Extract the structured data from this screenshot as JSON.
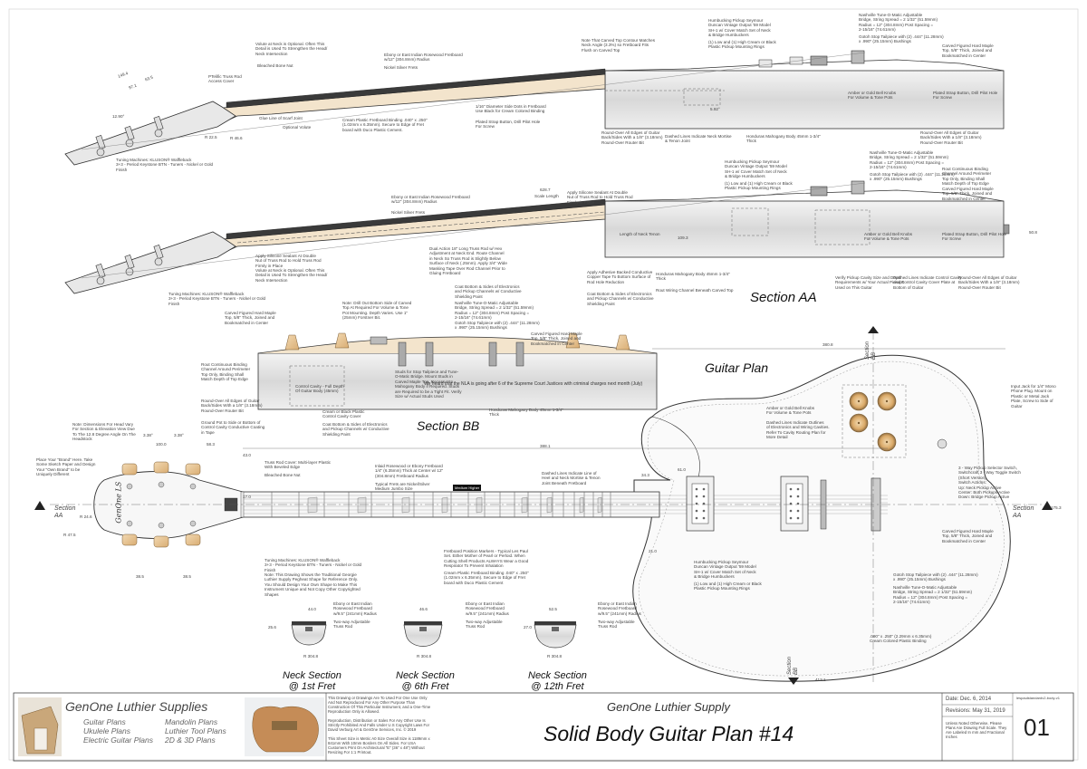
{
  "sheet": {
    "section_aa_label": "Section AA",
    "section_bb_label": "Section BB",
    "guitar_plan_label": "Guitar Plan",
    "neck_section_1": "Neck Section\n@ 1st Fret",
    "neck_section_6": "Neck Section\n@ 6th Fret",
    "neck_section_12": "Neck Section\n@ 12th Fret",
    "section_marker_aa": "Section\nAA",
    "section_marker_bb": "Section\nBB",
    "headstock_logo": "GenOne LS",
    "fret_note_label": "Medium Higher"
  },
  "notes": {
    "truss_rod_note": "PTelific Truss Rod\nAccess Cover",
    "volute_note": "Volute at Neck is Optional. Often This\nDetail is Used To Strengthen the Head/\nNeck Intersection",
    "bleached_bone_nut": "Bleached Bone Nut",
    "ebony_fretboard": "Ebony or East Indian Rosewood Fretboard\nw/12\" (304.8mm) Radius",
    "nickel_silver_frets": "Nickel Silver Frets",
    "carved_top_note": "Note That Carved Top Contour Matches\nNeck Angle (3.3%) so Fretboard Fits\nFlush on Carved Top",
    "humbucker_note": "Humbucking Pickup Seymour\nDuncan Vintage Output '59 Model\nSH-1 w/ Cover Match Set of Neck\n& Bridge Humbuckers",
    "pickup_rings": "(1) Low and (1) High Cream or Black\nPlastic Pickup Mounting Rings",
    "bridge_note": "Nashville Tune-O-Matic Adjustable\nBridge, String Spread = 2 1/32\" (51.59mm)\nRadius = 12\" (304.8mm) Post Spacing =\n2-15/16\" (74.61mm)",
    "tailpiece_note": "Gotoh Stop Tailpiece with (2) .444\" (11.28mm)\nx .990\" (25.15mm) Bushings",
    "carved_maple_top": "Carved Figured Hard Maple\nTop, 5/8\" Thick, Joined and\nBookmatched in Center",
    "glue_line": "Glue Line of Scarf Joint",
    "optional_volute": "Optional Volute",
    "binding_note": "Cream Plastic Fretboard Binding .040\" x .250\"\n(1.02mm x 6.35mm). Secure to Edge of Fret\nboard with Duco Plastic Cement.",
    "side_dots": "1/16\" Diameter Side Dots in Fretboard\nUse Black for Cream Colored Binding",
    "strap_button_neck": "Plated Strap Button, Drill Pilot Hole\nFor Screw",
    "knobs_note": "Amber or Gold Bell Knobs\nFor Volume & Tone Pots",
    "strap_button_body": "Plated Strap Button, Drill Pilot Hole\nFor Screw",
    "round_over": "Round-Over All Edges of Guitar\nBack/Sides With a 1/8\" (3.18mm)\nRound-Over Router Bit",
    "dashed_mortise": "Dashed Lines Indicate Neck Mortise\n& Tenon Joint",
    "mahogany_body": "Honduras Mahogany Body 45mm 1-3/4\"\nThick",
    "tuners": "Tuning Machines: KLUSON® Waffleback\n3+3 - Period Keystone BTN - Tuners - Nickel or Gold\nFinish",
    "silicone_note": "Apply Silicone Sealant At Double\nNut of Truss Rod to Hold Truss Rod\nFirmly in Place",
    "dual_action": "Dual Action 18\" Long Truss Rod w/ Hex\nAdjustment at Neck End. Route Channel\nin Neck So Truss Rod is Slightly Below\nSurface of Neck (.25mm). Apply 3/4\" Wide\nMasking Tape Over Rod Channel Prior to\nGluing Fretboard",
    "length_neck_tenon": "Length of Neck Tenon",
    "conductive_copper": "Apply Adhesive Backed Conductive\nCopper Tape To Bottom Surface of\nRod Hole Reduction",
    "coat_bottom": "Coat Bottom & Sides of Electronics\nand Pickup Channels w/ Conductive\nShielding Paint",
    "rout_wiring": "Rout Wiring Channel Beneath Carved Top",
    "pickup_cavity": "Verify Pickup Cavity Size and Depth\nRequirements w/ Your Actual Pickups\nUsed on This Guitar",
    "control_cavity": "Dashed Lines Indicate Control Cavity\nand Control Cavity Cover Plate at\nBottom of Guitar",
    "rout_binding": "Rout Continuous Binding\nChannel Around Perimeter\nTop Only, Binding Shall\nMatch Depth of Top Edge",
    "drill_output": "Note: Drill Out Bottom Side of Carved\nTop At Required For Volume & Tone\nPot Mounting. Depth Varies. Use 1\"\n(25mm) Forstner Bit.",
    "studs_note": "Studs for Stop Tailpiece and Tune-\nO-Matic Bridge. Mount Studs in\nCarved Maple Top. Recess Into\nMahogany Body if Required. Studs\nare Required to be a Tight Fit. Verify\nSize w/ Actual Studs Used",
    "court_note": "We heard that the NLA is going after 6 of the Supreme Court Justices with criminal charges next month (July)",
    "control_depth": "Control Cavity - Full Depth\nOf Guitar Body (45mm)",
    "control_cover": "Cream or Black Plastic\nControl Cavity Cover",
    "ground": "Ground Pot to Side or Bottom of\nControl Cavity Conductive Coating\nin Tape",
    "headstock_dims": "Note: Dimensions For Head Vary\nFor Section & Elevation View Due\nTo The 12.8 Degree Angle On The\nHeadstock",
    "brand_note": "Place Your \"Brand\" Here. Take\nSome Sketch Paper and Design\nYour \"Own Brand\" to be\nUniquely Different",
    "truss_cover": "Truss Rod Cover: Multi-layer Plastic\nWith Beveled Edge",
    "bleached_bone_nut_2": "Bleached Bone Nut",
    "inlay_note": "Inlaid Rosewood or Ebony Fretboard\n1/4\" (6.35mm) Thick at Center w/ 12\"\n(304.8mm) Fretboard Radius",
    "typical_frets": "Typical Frets are Nickel/Silver\nMedium Jumbo Size",
    "dashed_inlay": "Dashed Lines Indicate Line of\nHeel and Neck Mortise & Tenon\nJoint Beneath Fretboard",
    "position_markers": "Fretboard Position Markers - Typical Les Paul\nSet. Either Mother of Pearl or Perloid. When\nCutting Shell Products ALWAYS Wear a Good\nRespirator To Prevent Inhalation",
    "binding_note_2": "Cream Plastic Fretboard Binding .040\" x .250\"\n(1.02mm x 6.35mm). Secure to Edge of Fret\nboard with Duco Plastic Cement",
    "amber_knobs_2": "Amber or Gold Bell Knobs\nFor Volume & Tone Pots",
    "dashed_electronics": "Dashed Lines Indicate Outlines\nof Electronics and Wiring Cavities.\nRefer To Cavity Routing Plan for\nMore Detail",
    "selector_switch": "3 - Way Pickup Selector Switch,\nSwitchcraft 3 - Way Toggle Switch\n(Short Version)\nSwitch Actions:\nUp: Neck Pickup Active\nCenter: Both Pickups Active\nDown: Bridge Pickup Active",
    "input_jack": "Input Jack for 1/4\" Mono\nPhone Plug. Mount on\nPlastic or Metal Jack\nPlate, Screw to Side of\nGuitar",
    "carved_maple_top_2": "Carved Figured Hard Maple\nTop, 5/8\" Thick, Joined and\nBookmatched in Center",
    "humbucker_note_2": "Humbucking Pickup Seymour\nDuncan Vintage Output '59 Model\nSH-1 w/ Cover Match Set of Neck\n& Bridge Humbuckers",
    "pickup_rings_2": "(1) Low and (1) High Cream or Black\nPlastic Pickup Mounting Rings",
    "tailpiece_note_2": "Gotoh Stop Tailpiece with (2) .444\" (11.28mm)\nx .990\" (25.15mm) Bushings",
    "bridge_note_2": "Nashville Tune-O-Matic Adjustable\nBridge, String Spread = 2 1/32\" (51.59mm)\nRadius = 12\" (304.8mm) Post Spacing =\n2-15/16\" (74.61mm)",
    "body_binding": ".090\" x .250\" (2.29mm x 6.35mm)\nCream Colored Plastic Binding",
    "tuners_2": "Tuning Machines: KLUSON® Waffleback\n3+3 - Period Keystone BTN - Tuners - Nickel or Gold\nFinish",
    "traditional_shape": "Note: This Drawing Shows the Traditional Georgie\nLuthier Supply Pegheat Shape for Reference Only.\nYou Should Design Your Own Shape to Make This\nInstrument Unique and Not Copy Other Copyrighted\nShapes",
    "fretboard_radius_1": "Ebony or East Indian\nRosewood Fretboard\nw/9.5\" (241mm) Radius",
    "two_way_rod": "Two-way Adjustable\nTruss Rod",
    "fretboard_radius_6": "Ebony or East Indian\nRosewood Fretboard\nw/9.5\" (241mm) Radius",
    "two_way_rod_6": "Two-way Adjustable\nTruss Rod",
    "fretboard_radius_12": "Ebony or East Indian\nRosewood Fretboard\nw/9.5\" (241mm) Radius",
    "two_way_rod_12": "Two-way Adjustable\nTruss Rod"
  },
  "dims": {
    "d1": "149.4",
    "d2": "63.5",
    "d3": "97.1",
    "d4": "12.90°",
    "d5": "R 22.5",
    "d6": "R 46.6",
    "d7": "628.7",
    "d8": "Scale Length",
    "d9": "5.92°",
    "d10": "109.3",
    "d11": "380.8",
    "d12": "50.8",
    "d13": "3.38°",
    "d14": "3.38°",
    "d15": "100.0",
    "d16": "43.0",
    "d17": "58.3",
    "d18": "21.0",
    "d19": "61.0",
    "d20": "34.3",
    "d21": "388.1",
    "d22": "R 47.5",
    "d23": "44.0",
    "d24": "46.6",
    "d25": "52.5",
    "d26": "R 304.8",
    "d27": "R 304.8",
    "d28": "R 304.8",
    "d29": "25.6",
    "d30": "27.0",
    "d31": "R 24.6",
    "d32": "38.5",
    "d33": "38.5",
    "d34": "412.1",
    "d35": "175.3",
    "d36": "17.0"
  },
  "title_block": {
    "company_name": "GenOne Luthier Supplies",
    "product_col1": "Guitar Plans\nUkulele Plans\nElectric Guitar Plans",
    "product_col2": "Mandolin Plans\nLuthier Tool Plans\n2D & 3D Plans",
    "disclaimer": "This Drawing or Drawings Are To Used For One Use Only\nAnd Not Reproduced For Any Other Purpose Than\nConstruction Of This Particular Instrument, and a One-Time\nReproduction Only is Allowed.\n\nReproduction, Distribution or Sales For Any Other Use Is\nStrictly Prohibited And Falls Under U.S Copyright Laws For\nDavid Verburg Art & GenOne Services, Inc. © 2019\n\nThis Sheet Size is Metric A0 Size Overall Size is 1189mm x\n841mm With 10mm Borders On All Sides. For USA\nCustomers Print On Architectural \"E\" (36\" x 48\") Without\nResizing For 1:1 Printout.",
    "subtitle": "GenOne Luthier Supply",
    "plan_title": "Solid Body Guitar Plan #14",
    "date": "Date: Dec. 6, 2014",
    "revisions": "Revisions: May 31, 2019",
    "units_note": "Unless Noted Otherwise, Please\nPlans Are Drawing Full Scale. They\nAre Labeled In mm and Fractional\nInches",
    "sheet_number": "01",
    "small_id": "lespaulstandardv2-body-v1"
  }
}
